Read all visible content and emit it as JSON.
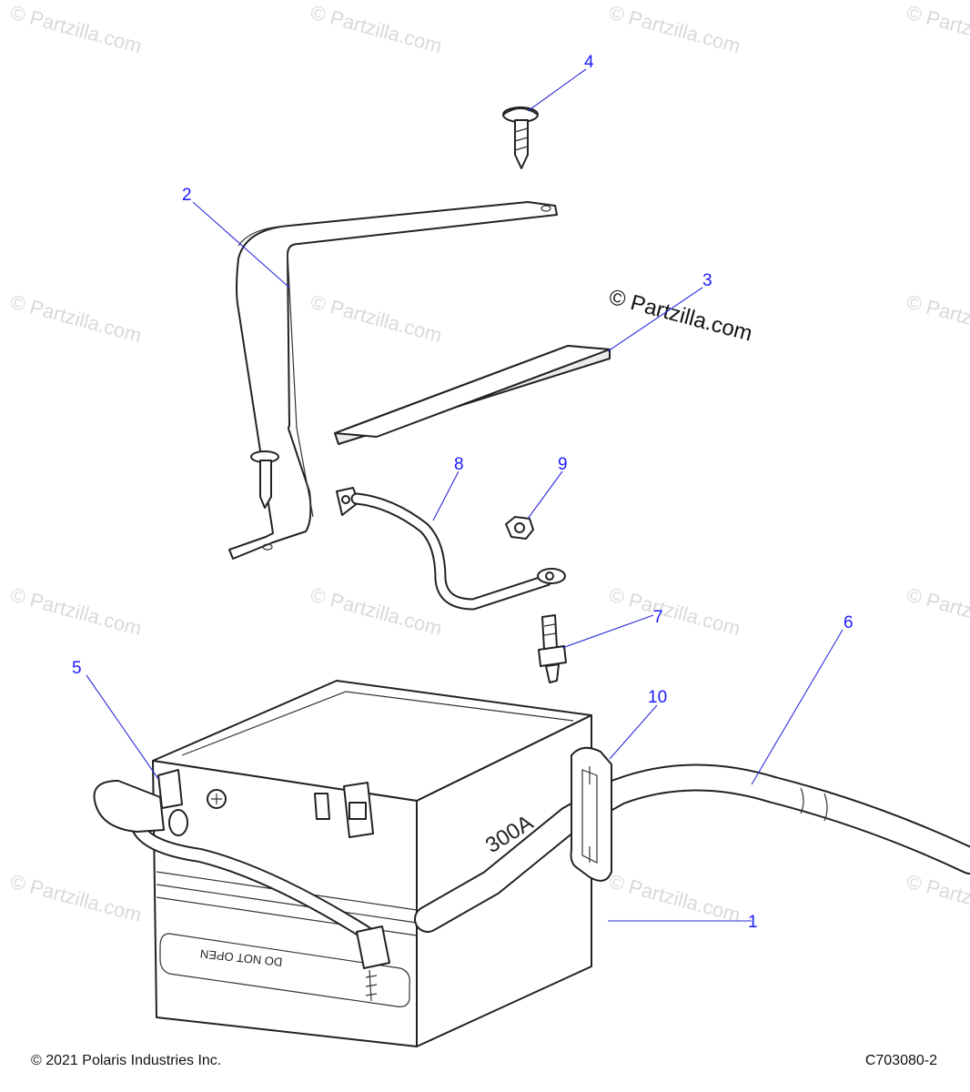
{
  "watermark": {
    "text": "© Partzilla.com",
    "center_text": "© Partzilla.com"
  },
  "callouts": [
    {
      "id": "1",
      "label": "1"
    },
    {
      "id": "2",
      "label": "2"
    },
    {
      "id": "3",
      "label": "3"
    },
    {
      "id": "4",
      "label": "4"
    },
    {
      "id": "5",
      "label": "5"
    },
    {
      "id": "6",
      "label": "6"
    },
    {
      "id": "7",
      "label": "7"
    },
    {
      "id": "8",
      "label": "8"
    },
    {
      "id": "9",
      "label": "9"
    },
    {
      "id": "10",
      "label": "10"
    }
  ],
  "battery": {
    "label": "DO NOT OPEN"
  },
  "cable": {
    "label": "300A"
  },
  "footer": {
    "copyright": "© 2021 Polaris Industries Inc.",
    "diagram_id": "C703080-2"
  },
  "colors": {
    "callout": "#1a1aff",
    "watermark": "#d9d9d9",
    "line": "#222222"
  }
}
